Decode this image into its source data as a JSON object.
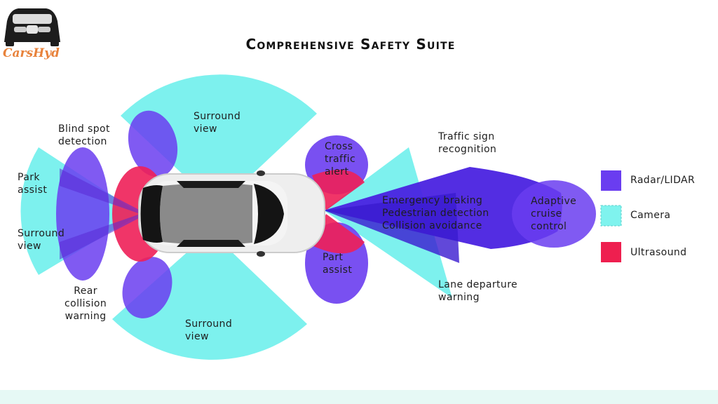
{
  "title": "Comprehensive Safety Suite",
  "brand": {
    "name": "CarsHyd",
    "logo_icon": "car-front-icon",
    "color": "#e8823b"
  },
  "colors": {
    "radar": "#6a3df0",
    "camera": "#6ff0ec",
    "ultrasound": "#ee1f58"
  },
  "legend": [
    {
      "label": "Radar/LIDAR",
      "color": "#6a3df0"
    },
    {
      "label": "Camera",
      "color": "#7ff3ee"
    },
    {
      "label": "Ultrasound",
      "color": "#ee1f4f"
    }
  ],
  "labels": {
    "surround_view_top": "Surround\nview",
    "blind_spot": "Blind spot\ndetection",
    "park_assist": "Park\nassist",
    "surround_view_left": "Surround\nview",
    "rear_collision": "Rear\ncollision\nwarning",
    "surround_view_bottom": "Surround\nview",
    "cross_traffic": "Cross\ntraffic\nalert",
    "park_assist_front": "Part\nassist",
    "traffic_sign": "Traffic sign\nrecognition",
    "emergency": "Emergency braking\nPedestrian detection\nCollision avoidance",
    "adaptive_cruise": "Adaptive\ncruise\ncontrol",
    "lane_departure": "Lane departure\nwarning"
  }
}
